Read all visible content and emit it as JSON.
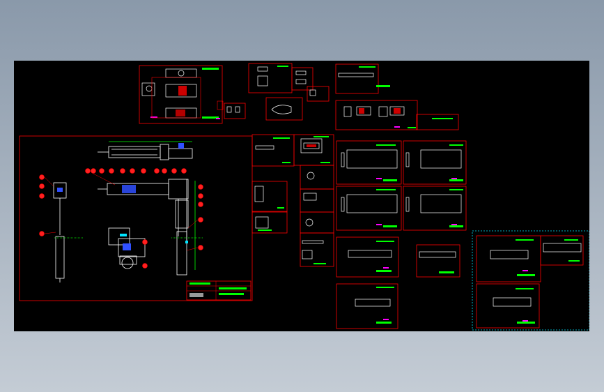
{
  "viewport": {
    "background_top": "#8a99aa",
    "background_bottom": "#c4ccd5"
  },
  "canvas": {
    "background": "#000000"
  },
  "colors": {
    "frame": "#ff0000",
    "geometry": "#ffffff",
    "dimension": "#00ff00",
    "accent_cyan": "#00e5ff",
    "accent_blue": "#3050ff",
    "accent_magenta": "#ff00ff",
    "balloon_fill": "#ff2020",
    "title_block_text": "#00ff00"
  },
  "icons": [
    "cad-drawing-sheet",
    "balloon-callout",
    "section-view",
    "title-block"
  ]
}
